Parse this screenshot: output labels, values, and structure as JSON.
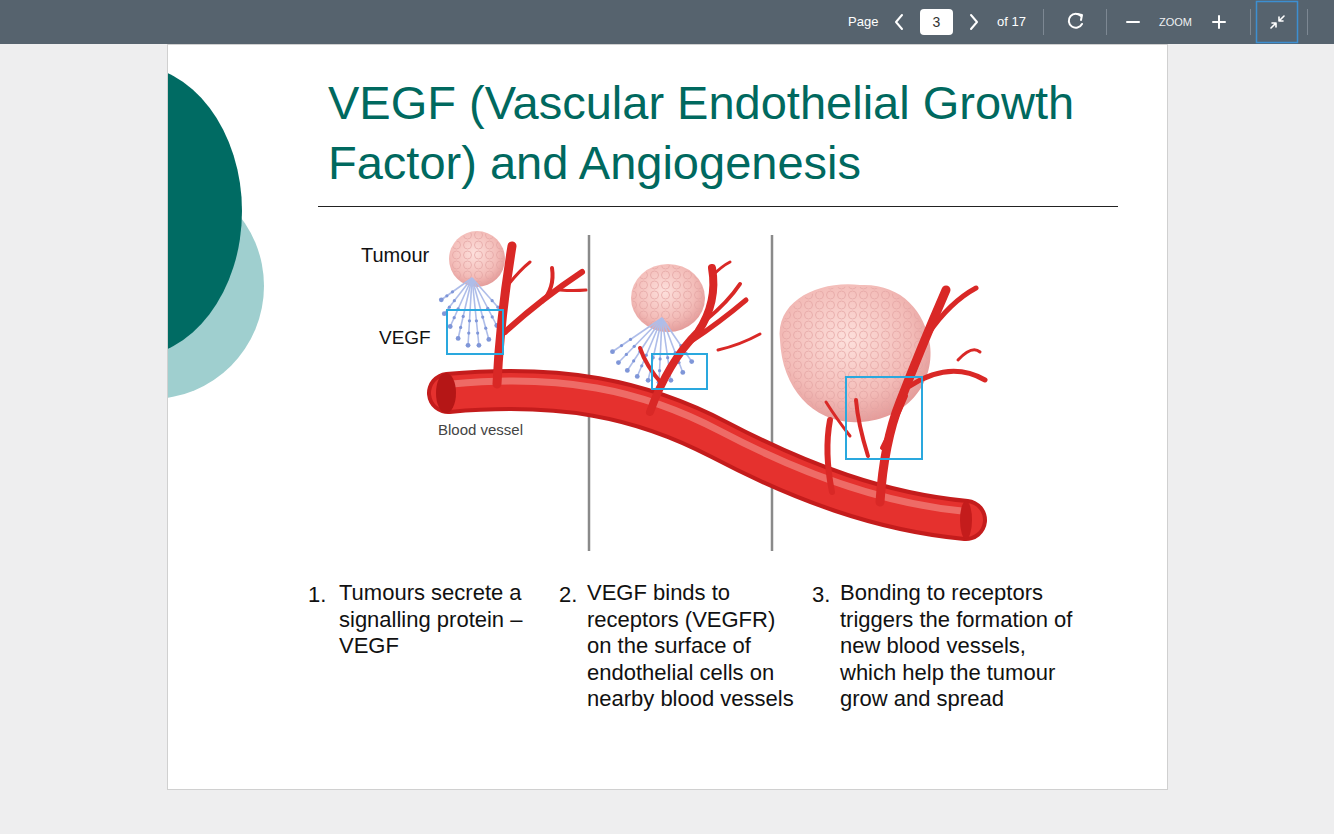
{
  "diagram": {
    "title": "VEGF (Vascular Endothelial Growth Factor) and Angiogenesis",
    "nodes": [
      {
        "text": [
          "3"
        ]
      }
    ],
    "labels": [
      "Page",
      "of 17",
      "ZOOM",
      "Tumour",
      "VEGF",
      "Blood vessel",
      "1.",
      "Tumours secrete a signalling protein – VEGF",
      "2.",
      "VEGF binds to receptors (VEGFR) on the surface of endothelial cells on nearby blood vessels",
      "3.",
      "Bonding to receptors triggers the formation of new blood vessels, which help the tumour grow and spread"
    ]
  }
}
